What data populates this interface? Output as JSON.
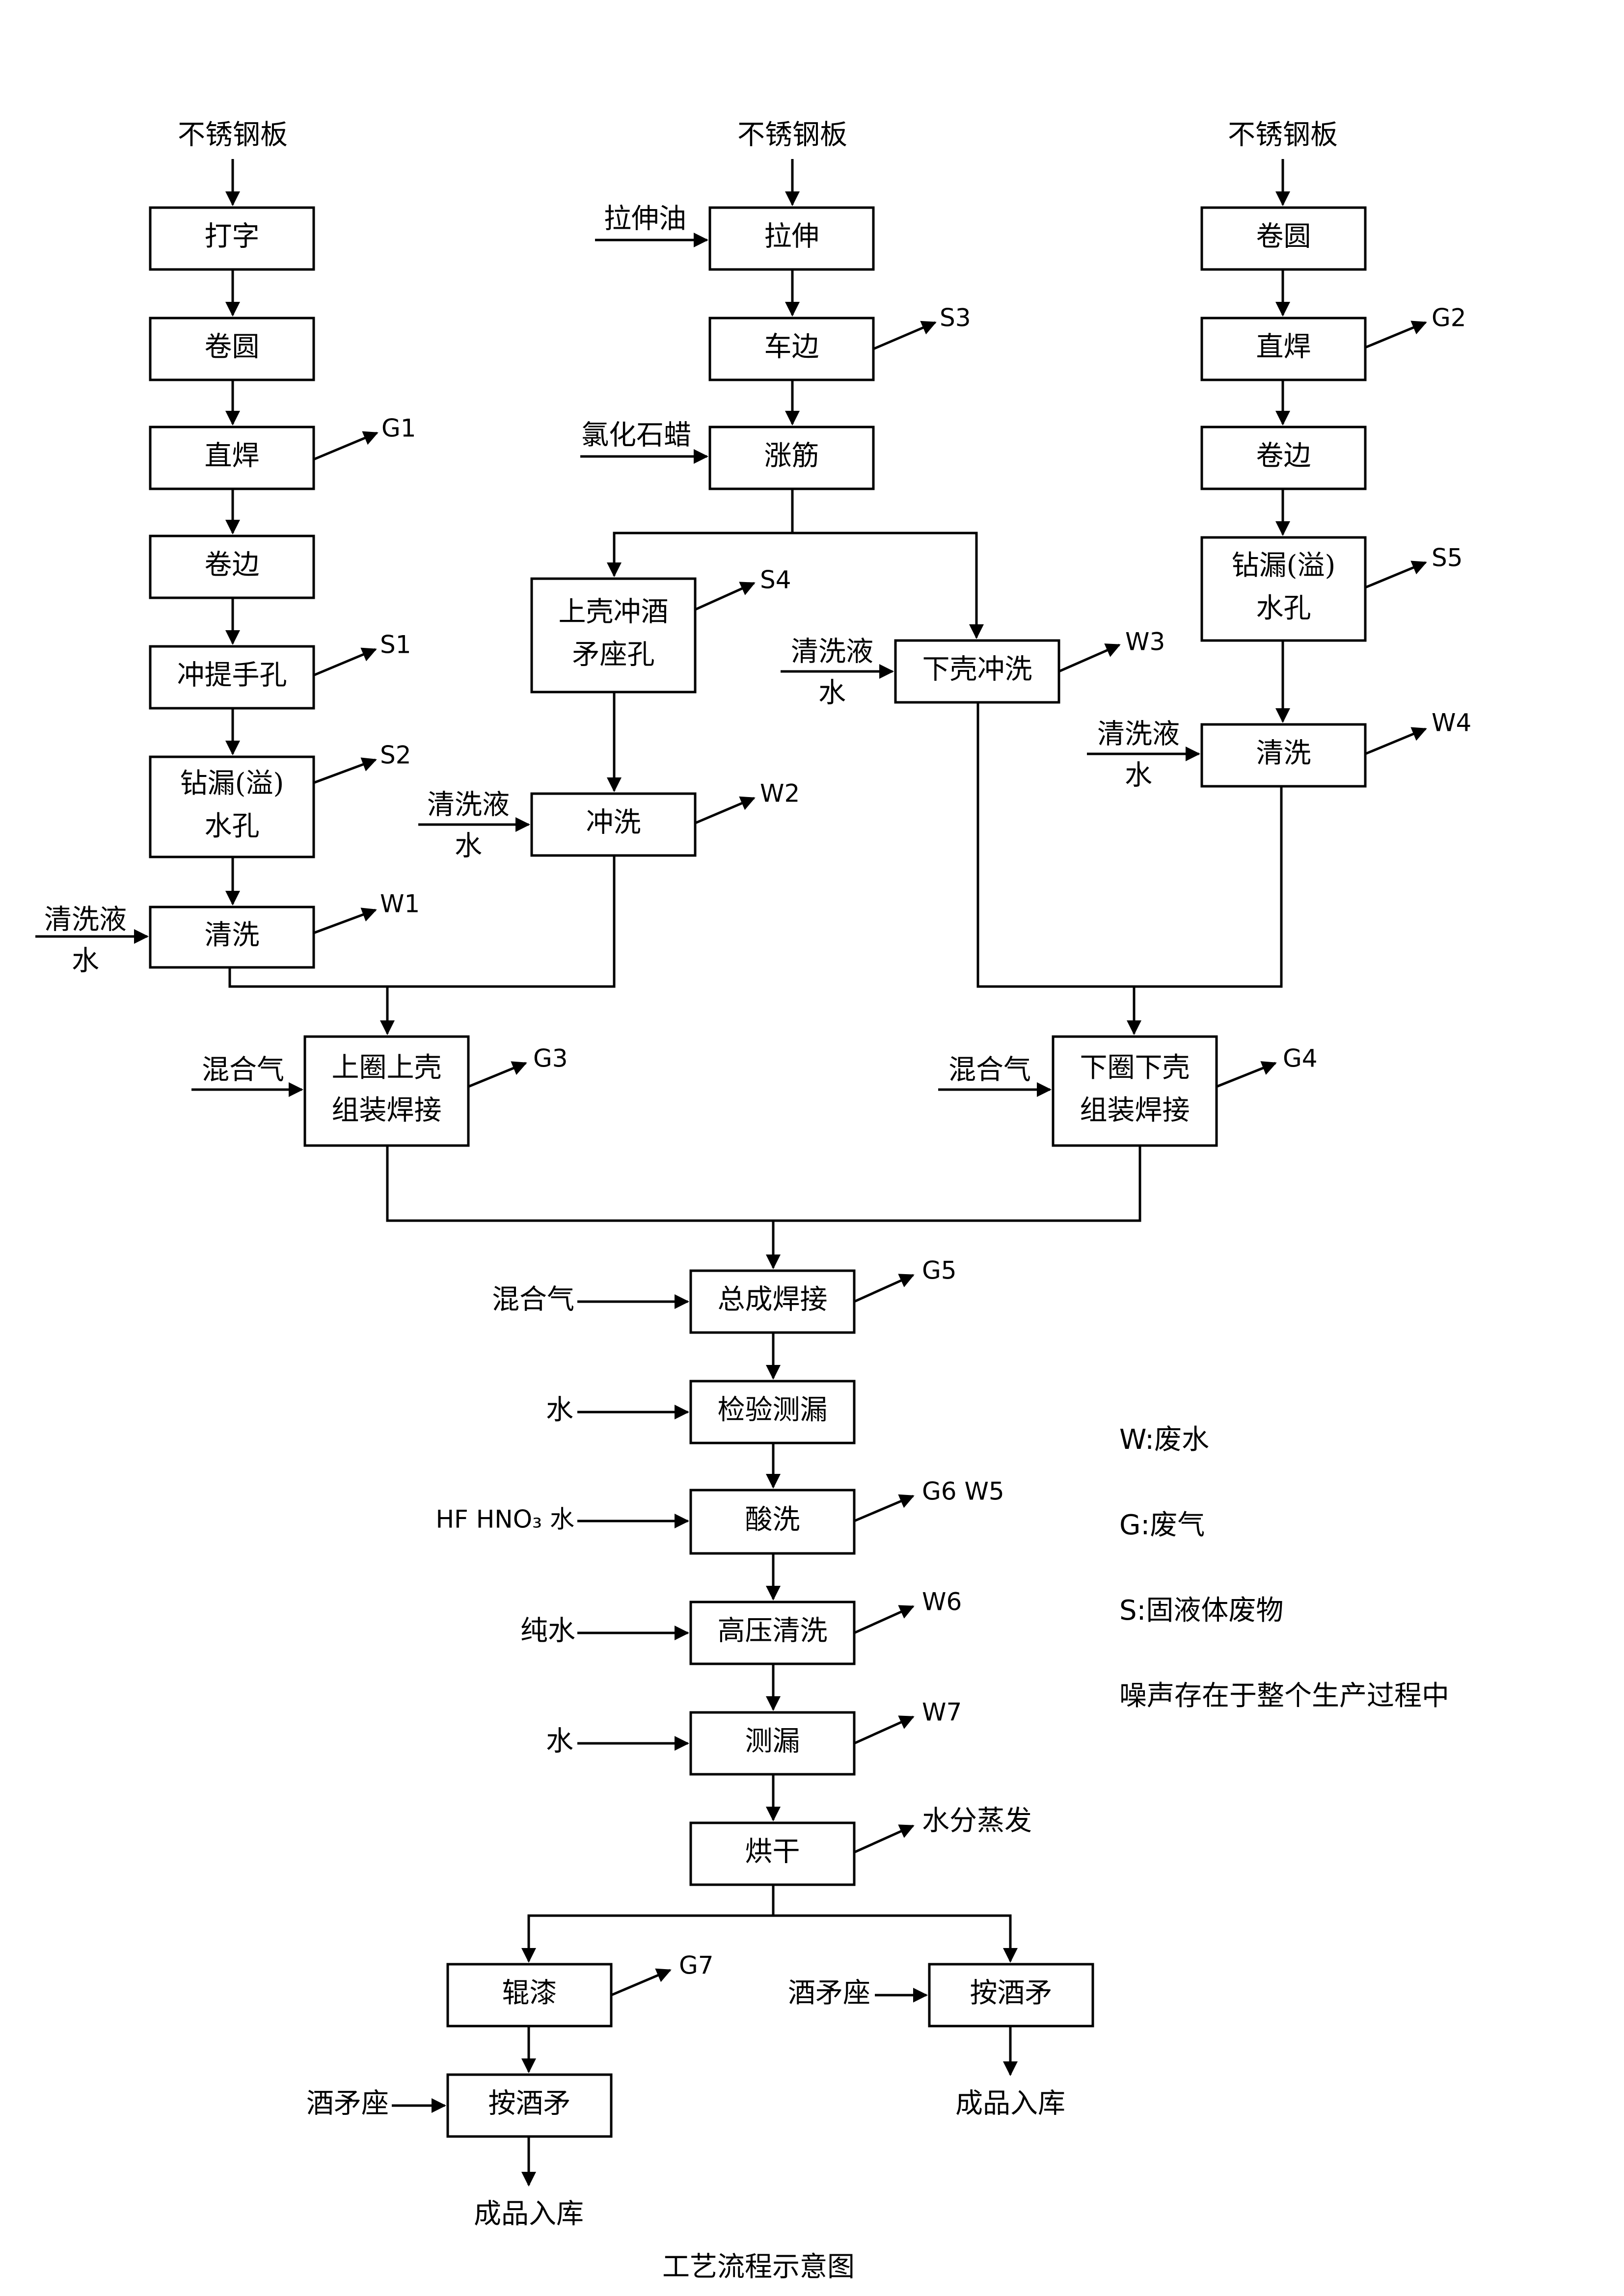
{
  "title": "工艺流程示意图",
  "colors": {
    "stroke": "#000000",
    "background": "#ffffff"
  },
  "legend": [
    "W:废水",
    "G:废气",
    "S:固液体废物",
    "噪声存在于整个生产过程中"
  ],
  "sources": {
    "left": "不锈钢板",
    "middle": "不锈钢板",
    "right": "不锈钢板"
  },
  "steps": {
    "l_print": [
      "打字"
    ],
    "l_roll": [
      "卷圆"
    ],
    "l_weld": [
      "直焊"
    ],
    "l_curl": [
      "卷边"
    ],
    "l_punch": [
      "冲提手孔"
    ],
    "l_drill": [
      "钻漏(溢)",
      "水孔"
    ],
    "l_clean": [
      "清洗"
    ],
    "m_stretch": [
      "拉伸"
    ],
    "m_trim": [
      "车边"
    ],
    "m_bulge": [
      "涨筋"
    ],
    "m_upper_punch": [
      "上壳冲酒",
      "矛座孔"
    ],
    "m_rinse": [
      "冲洗"
    ],
    "m_lower_rinse": [
      "下壳冲洗"
    ],
    "r_roll": [
      "卷圆"
    ],
    "r_weld": [
      "直焊"
    ],
    "r_curl": [
      "卷边"
    ],
    "r_drill": [
      "钻漏(溢)",
      "水孔"
    ],
    "r_clean": [
      "清洗"
    ],
    "upper_assembly": [
      "上圈上壳",
      "组装焊接"
    ],
    "lower_assembly": [
      "下圈下壳",
      "组装焊接"
    ],
    "final_weld": [
      "总成焊接"
    ],
    "inspect_leak": [
      "检验测漏"
    ],
    "pickling": [
      "酸洗"
    ],
    "hp_clean": [
      "高压清洗"
    ],
    "leak_test": [
      "测漏"
    ],
    "drying": [
      "烘干"
    ],
    "roller_paint": [
      "辊漆"
    ],
    "install_spear_left": [
      "按酒矛"
    ],
    "install_spear_right": [
      "按酒矛"
    ]
  },
  "inputs": {
    "stretch_oil": [
      "拉伸油"
    ],
    "chlorinated_paraffin": [
      "氯化石蜡"
    ],
    "l_clean_in": [
      "清洗液",
      "水"
    ],
    "m_rinse_in": [
      "清洗液",
      "水"
    ],
    "m_lower_in": [
      "清洗液",
      "水"
    ],
    "r_clean_in": [
      "清洗液",
      "水"
    ],
    "upper_gas": [
      "混合气"
    ],
    "lower_gas": [
      "混合气"
    ],
    "final_gas": [
      "混合气"
    ],
    "inspect_water": [
      "水"
    ],
    "pickling_in": [
      "HF HNO₃  水"
    ],
    "hp_water": [
      "纯水"
    ],
    "leak_water": [
      "水"
    ],
    "spear_seat_left": [
      "酒矛座"
    ],
    "spear_seat_right": [
      "酒矛座"
    ]
  },
  "emissions": {
    "G1": "G1",
    "S1": "S1",
    "S2": "S2",
    "W1": "W1",
    "S3": "S3",
    "S4": "S4",
    "W2": "W2",
    "W3": "W3",
    "G2": "G2",
    "S5": "S5",
    "W4": "W4",
    "G3": "G3",
    "G4": "G4",
    "G5": "G5",
    "G6W5": "G6 W5",
    "W6": "W6",
    "W7": "W7",
    "evap": "水分蒸发",
    "G7": "G7"
  },
  "outputs": {
    "store_left": "成品入库",
    "store_right": "成品入库"
  }
}
